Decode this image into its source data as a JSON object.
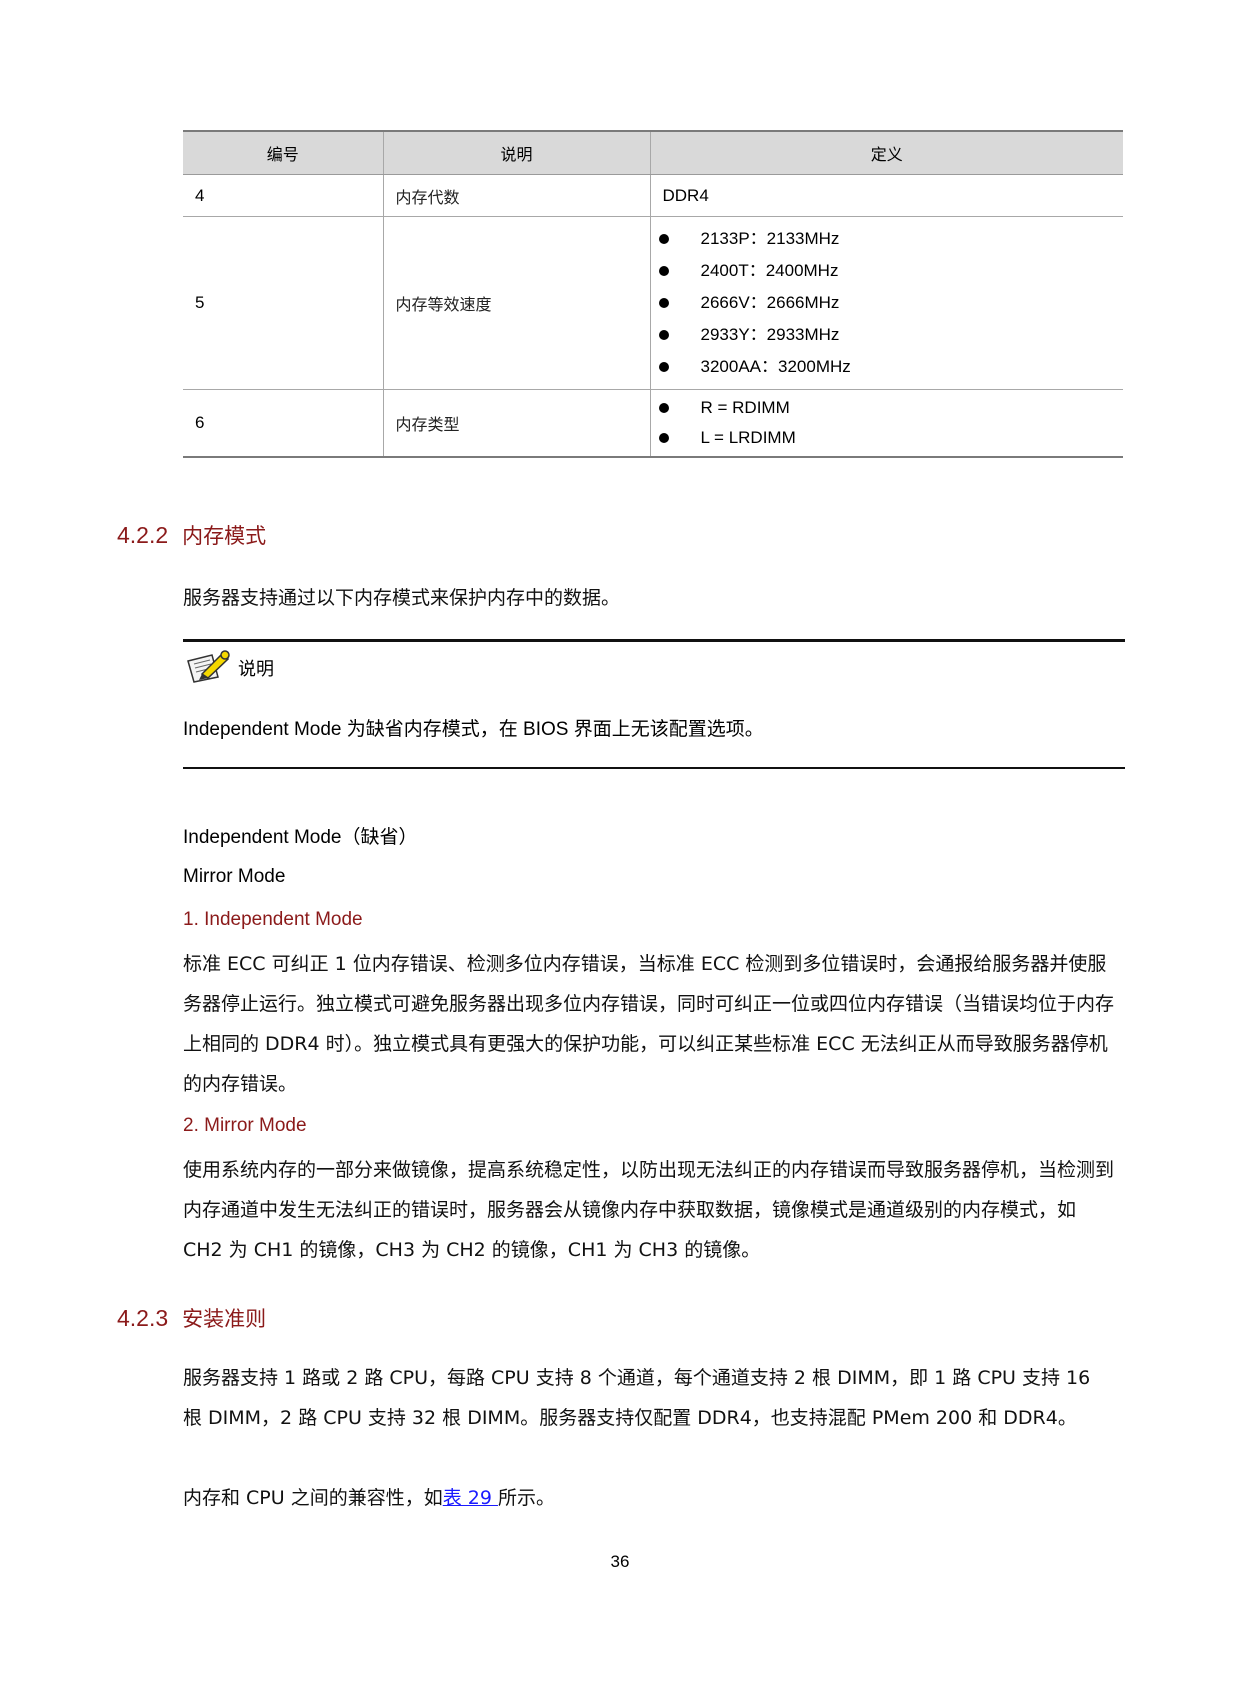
{
  "table": {
    "headers": [
      "编号",
      "说明",
      "定义"
    ],
    "rows": [
      {
        "num": "4",
        "desc": "内存代数",
        "def": "DDR4"
      },
      {
        "num": "5",
        "desc": "内存等效速度",
        "def_items": [
          "2133P：2133MHz",
          "2400T：2400MHz",
          "2666V：2666MHz",
          "2933Y：2933MHz",
          "3200AA：3200MHz"
        ]
      },
      {
        "num": "6",
        "desc": "内存类型",
        "def_items": [
          "R = RDIMM",
          "L = LRDIMM"
        ]
      }
    ]
  },
  "section_422": {
    "number": "4.2.2",
    "title": "内存模式",
    "intro": "服务器支持通过以下内存模式来保护内存中的数据。",
    "note": {
      "label": "说明",
      "text": "Independent Mode 为缺省内存模式，在 BIOS 界面上无该配置选项。"
    },
    "modes": [
      "Independent Mode（缺省）",
      "Mirror Mode"
    ],
    "sub1": {
      "heading": "1. Independent Mode",
      "body": "标准 ECC 可纠正 1 位内存错误、检测多位内存错误，当标准 ECC 检测到多位错误时，会通报给服务器并使服务器停止运行。独立模式可避免服务器出现多位内存错误，同时可纠正一位或四位内存错误（当错误均位于内存上相同的 DDR4 时）。独立模式具有更强大的保护功能，可以纠正某些标准 ECC 无法纠正从而导致服务器停机的内存错误。"
    },
    "sub2": {
      "heading": "2. Mirror Mode",
      "body": "使用系统内存的一部分来做镜像，提高系统稳定性，以防出现无法纠正的内存错误而导致服务器停机，当检测到内存通道中发生无法纠正的错误时，服务器会从镜像内存中获取数据，镜像模式是通道级别的内存模式，如 CH2 为 CH1 的镜像，CH3 为 CH2 的镜像，CH1 为 CH3 的镜像。"
    }
  },
  "section_423": {
    "number": "4.2.3",
    "title": "安装准则",
    "body": "服务器支持 1 路或 2 路 CPU，每路 CPU 支持 8 个通道，每个通道支持 2 根 DIMM，即 1 路 CPU 支持 16 根 DIMM，2 路 CPU 支持 32 根 DIMM。服务器支持仅配置 DDR4，也支持混配 PMem 200 和 DDR4。",
    "compat_prefix": "内存和 CPU 之间的兼容性，如",
    "compat_link": "表 29 ",
    "compat_suffix": "所示。"
  },
  "colors": {
    "heading": "#8b1a1a",
    "link": "#1a1aff",
    "table_header_bg": "#d9d9d9"
  },
  "page_number": "36"
}
